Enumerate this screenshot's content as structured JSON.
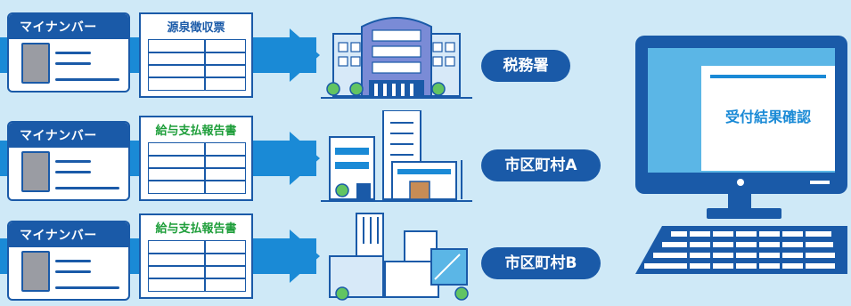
{
  "card_label": "マイナンバー",
  "rows": [
    {
      "document": "源泉徴収票",
      "document_color": "#1a5aa8",
      "destination": "税務署"
    },
    {
      "document": "給与支払報告書",
      "document_color": "#1e9e3a",
      "destination": "市区町村A"
    },
    {
      "document": "給与支払報告書",
      "document_color": "#1e9e3a",
      "destination": "市区町村B"
    }
  ],
  "computer": {
    "screen_text": "受付結果確認"
  },
  "colors": {
    "background": "#cfe9f7",
    "navy": "#1a5aa8",
    "arrow_blue": "#1a8ad6",
    "green": "#1e9e3a",
    "screen": "#5bb6e6"
  }
}
